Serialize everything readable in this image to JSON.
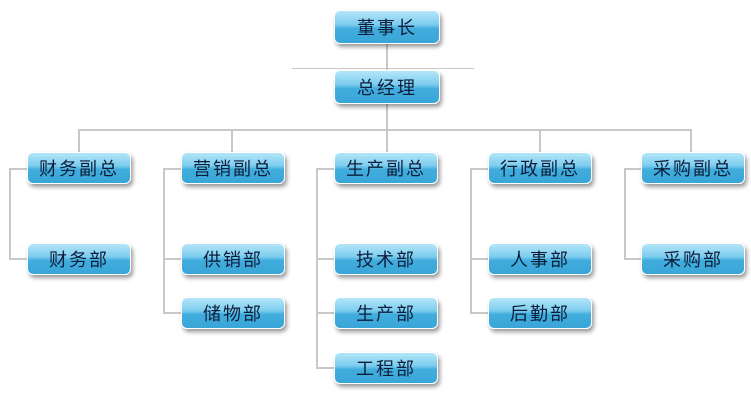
{
  "org_chart": {
    "chairman": "董事长",
    "general_manager": "总经理",
    "divisions": [
      {
        "head": "财务副总",
        "departments": [
          "财务部"
        ]
      },
      {
        "head": "营销副总",
        "departments": [
          "供销部",
          "储物部"
        ]
      },
      {
        "head": "生产副总",
        "departments": [
          "技术部",
          "生产部",
          "工程部"
        ]
      },
      {
        "head": "行政副总",
        "departments": [
          "人事部",
          "后勤部"
        ]
      },
      {
        "head": "采购副总",
        "departments": [
          "采购部"
        ]
      }
    ]
  },
  "colors": {
    "node_top": "#b4e6f8",
    "node_bottom": "#3aa6d8",
    "node_text": "#0d1e3c",
    "connector": "#c8c8c8"
  }
}
